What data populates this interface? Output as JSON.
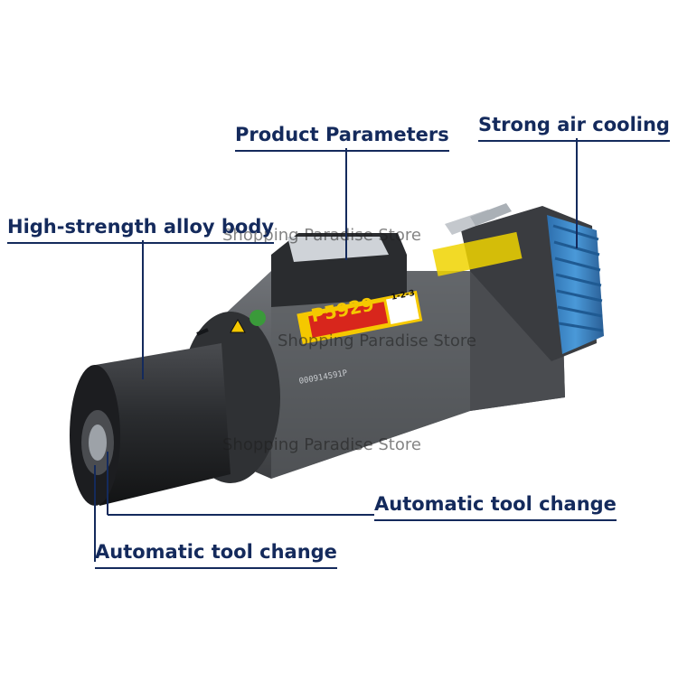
{
  "callouts": {
    "product_parameters": "Product Parameters",
    "strong_air_cooling": "Strong air cooling",
    "alloy_body": "High-strength alloy body",
    "auto_tool_change_1": "Automatic tool change",
    "auto_tool_change_2": "Automatic tool change"
  },
  "watermarks": [
    "Shopping Paradise Store",
    "Shopping Paradise Store",
    "Shopping Paradise Store"
  ],
  "product_label": {
    "model": "P5929",
    "badge": "1-2-3",
    "serial": "000914591P"
  },
  "colors": {
    "callout_text": "#142a5c",
    "body_gray": "#5a5d61",
    "motor_black": "#1f2124",
    "fan_blue": "#3a86c8",
    "label_yellow": "#f5c800",
    "label_red": "#d8261c"
  },
  "icons": [
    "spindle-motor-illustration",
    "cooling-fan-icon",
    "warning-triangle-icon",
    "collet-nut-icon"
  ]
}
